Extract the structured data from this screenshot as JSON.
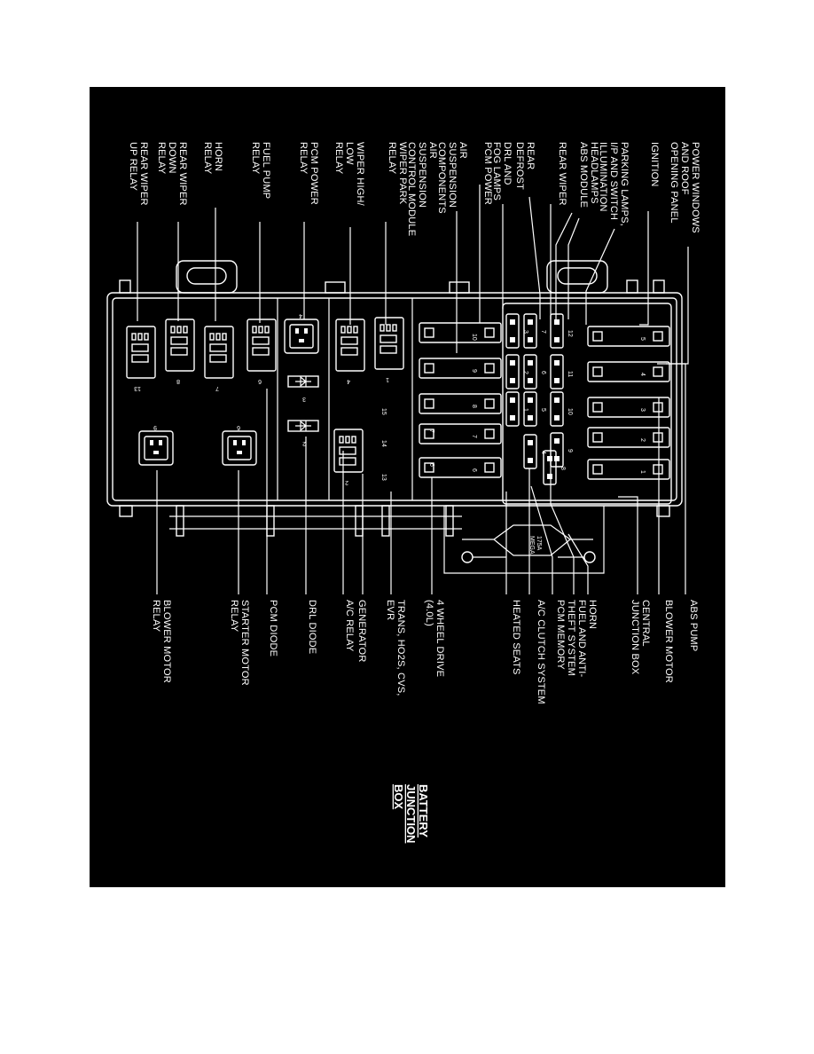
{
  "diagram": {
    "title_lines": [
      "BATTERY",
      "JUNCTION",
      "BOX"
    ],
    "top_labels": [
      {
        "lines": [
          "POWER WINDOWS",
          "AND ROOF",
          "OPENING PANEL"
        ]
      },
      {
        "lines": [
          "IGNITION"
        ]
      },
      {
        "lines": [
          "PARKING LAMPS,",
          "I/P AND SWITCH",
          "ILLUMINATION"
        ]
      },
      {
        "lines": [
          "HEADLAMPS"
        ]
      },
      {
        "lines": [
          "ABS MODULE"
        ]
      },
      {
        "lines": [
          "REAR WIPER"
        ]
      },
      {
        "lines": [
          "REAR",
          "DEFROST"
        ]
      },
      {
        "lines": [
          "DRL AND",
          "FOG LAMPS"
        ]
      },
      {
        "lines": [
          "PCM POWER"
        ]
      },
      {
        "lines": [
          "AIR",
          "SUSPENSION",
          "COMPONENTS"
        ]
      },
      {
        "lines": [
          "AIR",
          "SUSPENSION",
          "CONTROL MODULE"
        ]
      },
      {
        "lines": [
          "WIPER PARK",
          "RELAY"
        ]
      },
      {
        "lines": [
          "WIPER HIGH/",
          "LOW",
          "RELAY"
        ]
      },
      {
        "lines": [
          "PCM POWER",
          "RELAY"
        ]
      },
      {
        "lines": [
          "FUEL PUMP",
          "RELAY"
        ]
      },
      {
        "lines": [
          "HORN",
          "RELAY"
        ]
      },
      {
        "lines": [
          "REAR WIPER",
          "DOWN",
          "RELAY"
        ]
      },
      {
        "lines": [
          "REAR WIPER",
          "UP RELAY"
        ]
      }
    ],
    "bottom_labels": [
      {
        "lines": [
          "ABS PUMP"
        ]
      },
      {
        "lines": [
          "BLOWER MOTOR"
        ]
      },
      {
        "lines": [
          "CENTRAL",
          "JUNCTION BOX"
        ]
      },
      {
        "lines": [
          "HORN"
        ]
      },
      {
        "lines": [
          "FUEL AND ANTI-",
          "THEFT SYSTEM"
        ]
      },
      {
        "lines": [
          "PCM MEMORY"
        ]
      },
      {
        "lines": [
          "A/C CLUTCH SYSTEM"
        ]
      },
      {
        "lines": [
          "HEATED SEATS"
        ]
      },
      {
        "lines": [
          "4 WHEEL DRIVE",
          "(4.0L)"
        ]
      },
      {
        "lines": [
          "TRANS, HO2S, CVS,",
          "EVR"
        ]
      },
      {
        "lines": [
          "GENERATOR"
        ]
      },
      {
        "lines": [
          "A/C RELAY"
        ]
      },
      {
        "lines": [
          "DRL DIODE"
        ]
      },
      {
        "lines": [
          "PCM DIODE"
        ]
      },
      {
        "lines": [
          "STARTER MOTOR",
          "RELAY"
        ]
      },
      {
        "lines": [
          "BLOWER MOTOR",
          "RELAY"
        ]
      }
    ],
    "mega_fuse": [
      "MEGA",
      "175A"
    ],
    "maxi_fuse_numbers": [
      "5",
      "4",
      "3",
      "2",
      "1",
      "10",
      "9",
      "8",
      "7",
      "6"
    ],
    "mini_fuse_numbers": [
      "12",
      "11",
      "10",
      "9",
      "8",
      "7",
      "6",
      "5",
      "4",
      "3",
      "2",
      "1"
    ],
    "relay_numbers": [
      "13",
      "8",
      "7",
      "6",
      "5",
      "4",
      "1",
      "3",
      "2",
      "14",
      "15",
      "16",
      "9"
    ],
    "diode_numbers": [
      "3",
      "2"
    ],
    "small_numbers": [
      "15",
      "14",
      "13",
      "7",
      "6"
    ]
  }
}
